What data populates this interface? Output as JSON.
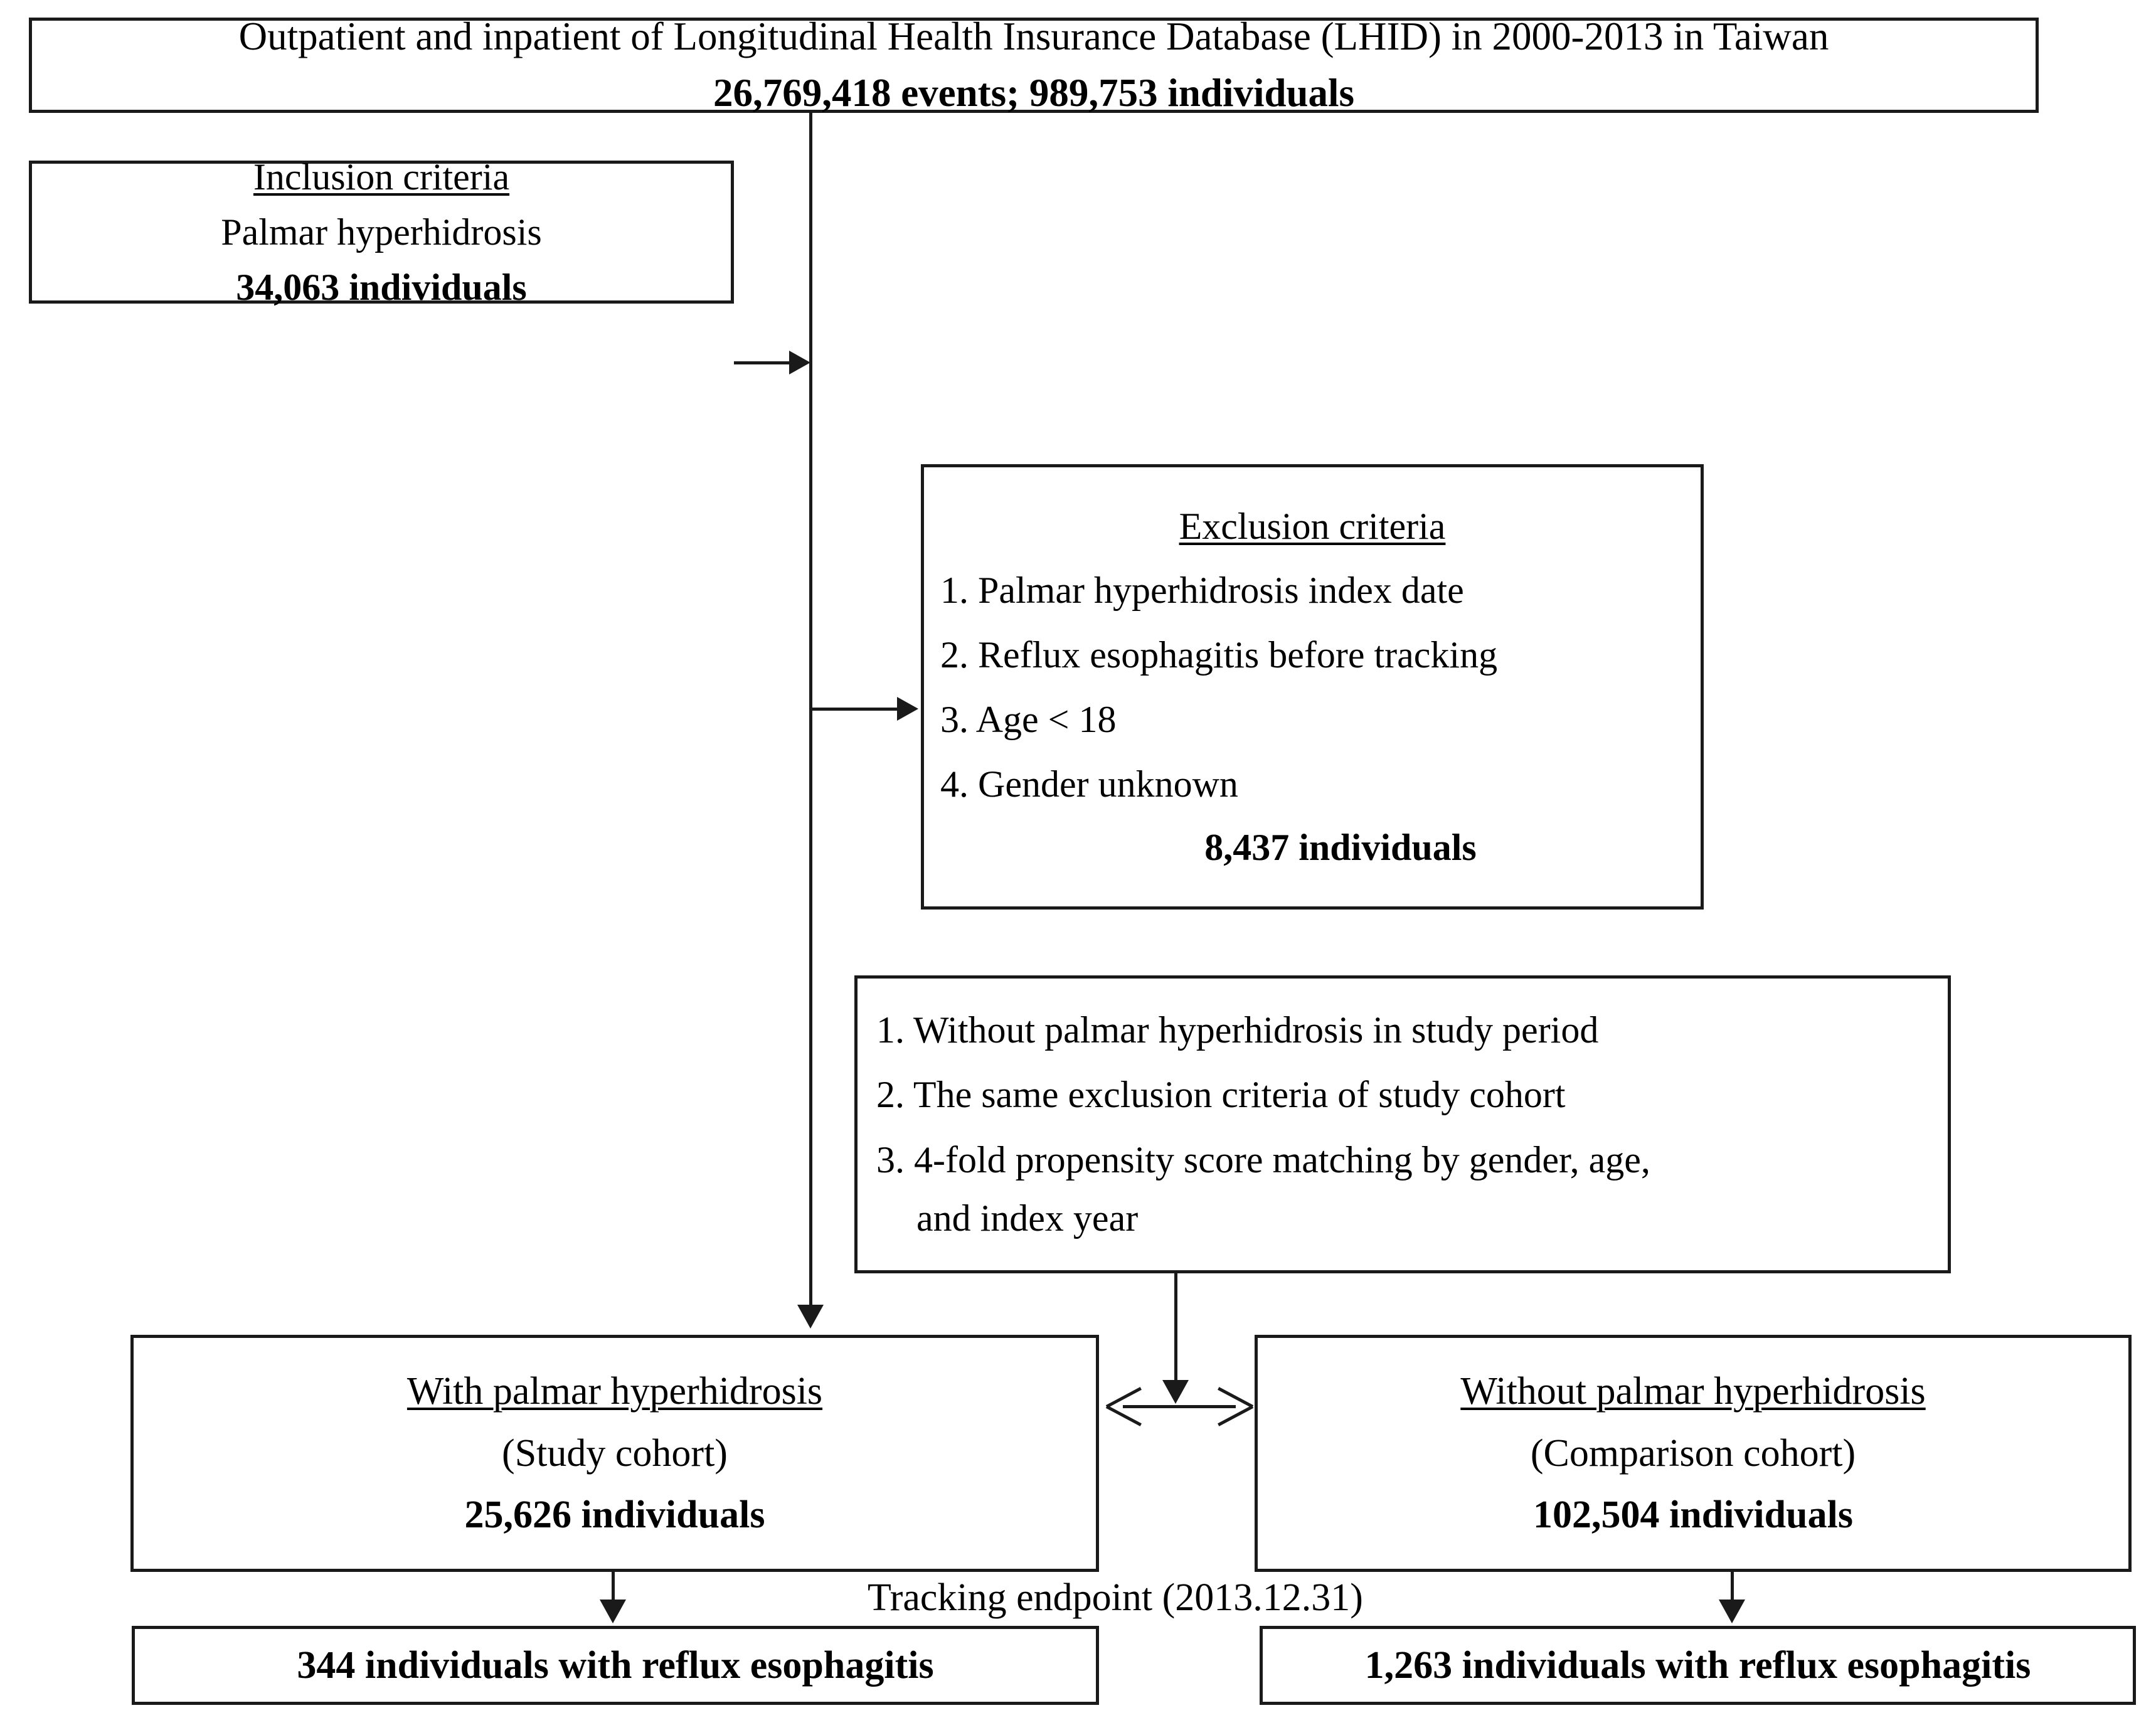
{
  "figure": {
    "type": "study-flowchart",
    "title_note": "Patient selection flow diagram"
  },
  "source_box": {
    "line1": "Outpatient and inpatient of Longitudinal Health Insurance Database (LHID) in 2000-2013 in Taiwan",
    "line2": "26,769,418 events; 989,753 individuals"
  },
  "inclusion_box": {
    "heading": "Inclusion criteria",
    "line1": "Palmar hyperhidrosis",
    "count": "34,063 individuals"
  },
  "exclusion_box": {
    "heading": "Exclusion criteria",
    "items": [
      "1. Palmar hyperhidrosis index date",
      "2. Reflux esophagitis before tracking",
      "3. Age < 18",
      "4. Gender unknown"
    ],
    "count": "8,437 individuals"
  },
  "matching_box": {
    "items": [
      "1. Without palmar hyperhidrosis in study period",
      "2. The same exclusion criteria of study cohort",
      "3. 4-fold propensity score matching by gender, age,",
      "and index year"
    ]
  },
  "study_cohort_box": {
    "heading": "With palmar hyperhidrosis",
    "subtitle": "(Study cohort)",
    "count": "25,626 individuals"
  },
  "comparison_cohort_box": {
    "heading": "Without palmar hyperhidrosis ",
    "subtitle": "(Comparison cohort)",
    "count": "102,504 individuals"
  },
  "tracking_label": "Tracking endpoint (2013.12.31)",
  "outcome_left_box": {
    "text": "344 individuals with reflux esophagitis"
  },
  "outcome_right_box": {
    "text": "1,263 individuals with reflux esophagitis"
  },
  "colors": {
    "stroke": "#1a1a1a",
    "background": "#ffffff",
    "text": "#000000"
  }
}
